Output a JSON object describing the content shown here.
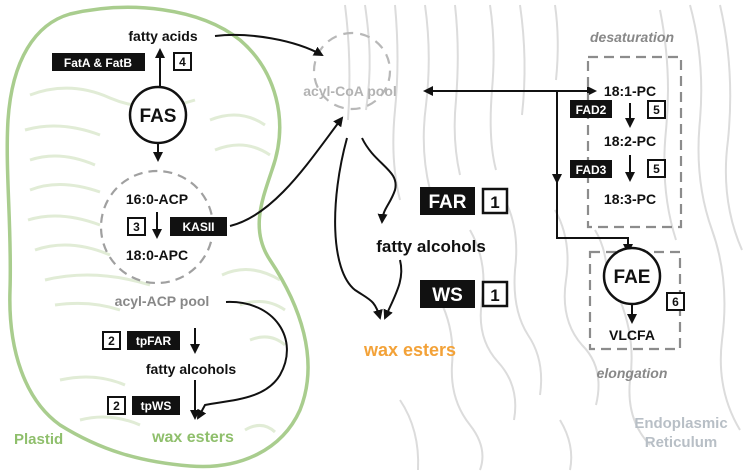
{
  "colors": {
    "plastid_outline": "#a9cd8e",
    "plastid_lines": "#e1ecd6",
    "er_lines": "#dcdcdc",
    "er_label": "#b8bfc6",
    "pool": "#b3b3b3",
    "wax": "#f3a238",
    "box_dashed": "#8c8c8c",
    "text": "#111111",
    "plastid_label": "#8fbf6c"
  },
  "labels": {
    "plastid": "Plastid",
    "er_line1": "Endoplasmic",
    "er_line2": "Reticulum",
    "fatty_acids": "fatty acids",
    "fas": "FAS",
    "acp_16": "16:0-ACP",
    "acp_18": "18:0-APC",
    "acyl_acp_pool": "acyl-ACP pool",
    "plastid_fatty_alcohols": "fatty alcohols",
    "plastid_wax_esters": "wax esters",
    "acyl_coa_pool": "acyl-CoA pool",
    "fatty_alcohols": "fatty alcohols",
    "wax_esters": "wax esters",
    "desaturation": "desaturation",
    "pc_181": "18:1-PC",
    "pc_182": "18:2-PC",
    "pc_183": "18:3-PC",
    "fae": "FAE",
    "vlcfa": "VLCFA",
    "elongation": "elongation"
  },
  "enzymes": {
    "fat": "FatA & FatB",
    "kasii": "KASII",
    "tpfar": "tpFAR",
    "tpws": "tpWS",
    "far": "FAR",
    "ws": "WS",
    "fad2": "FAD2",
    "fad3": "FAD3"
  },
  "badges": {
    "fat": "4",
    "kasii": "3",
    "tpfar": "2",
    "tpws": "2",
    "far": "1",
    "ws": "1",
    "fad2": "5",
    "fad3": "5",
    "fae": "6"
  }
}
